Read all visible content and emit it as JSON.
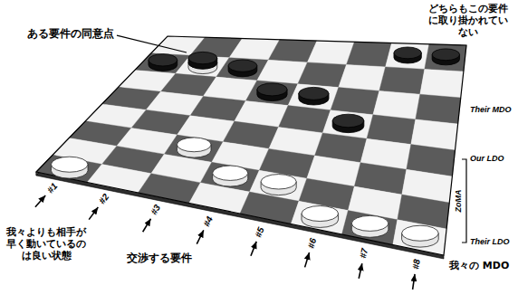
{
  "diagram": {
    "labels": [
      "どちらもこの要件 に取り掛かれてい ない",
      "ある要件の同意点",
      "Their MDO",
      "Our LDO",
      "ZoMA",
      "Their LDO",
      "#1",
      "#2",
      "#3",
      "#4",
      "#5",
      "#6",
      "#7",
      "#8",
      "我々よりも相手が 早く動いているの は良い状態",
      "交渉する要件",
      "我々の MDO"
    ]
  }
}
